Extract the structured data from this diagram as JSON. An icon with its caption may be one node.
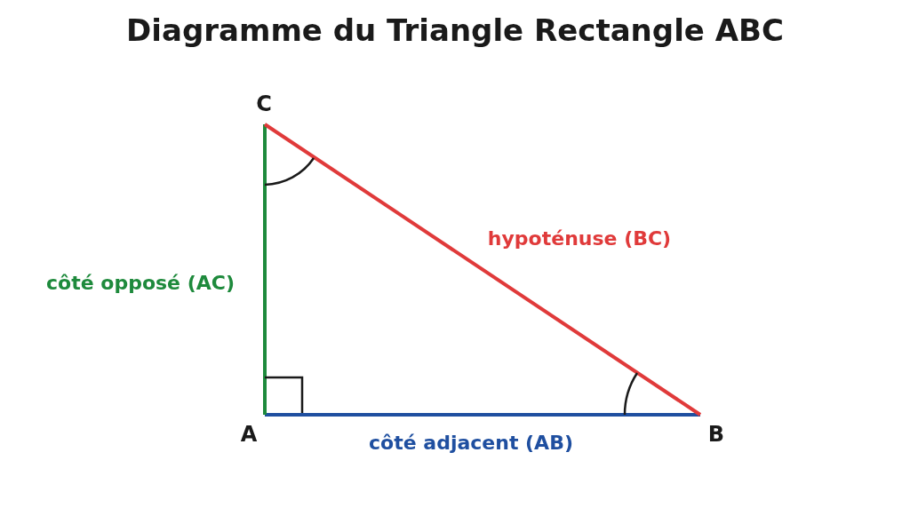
{
  "diagram": {
    "title": "Diagramme du Triangle Rectangle ABC",
    "labels": [
      "C",
      "hypoténuse (BC)",
      "côté opposé (AC)",
      "A",
      "côté adjacent (AB)",
      "B"
    ]
  }
}
